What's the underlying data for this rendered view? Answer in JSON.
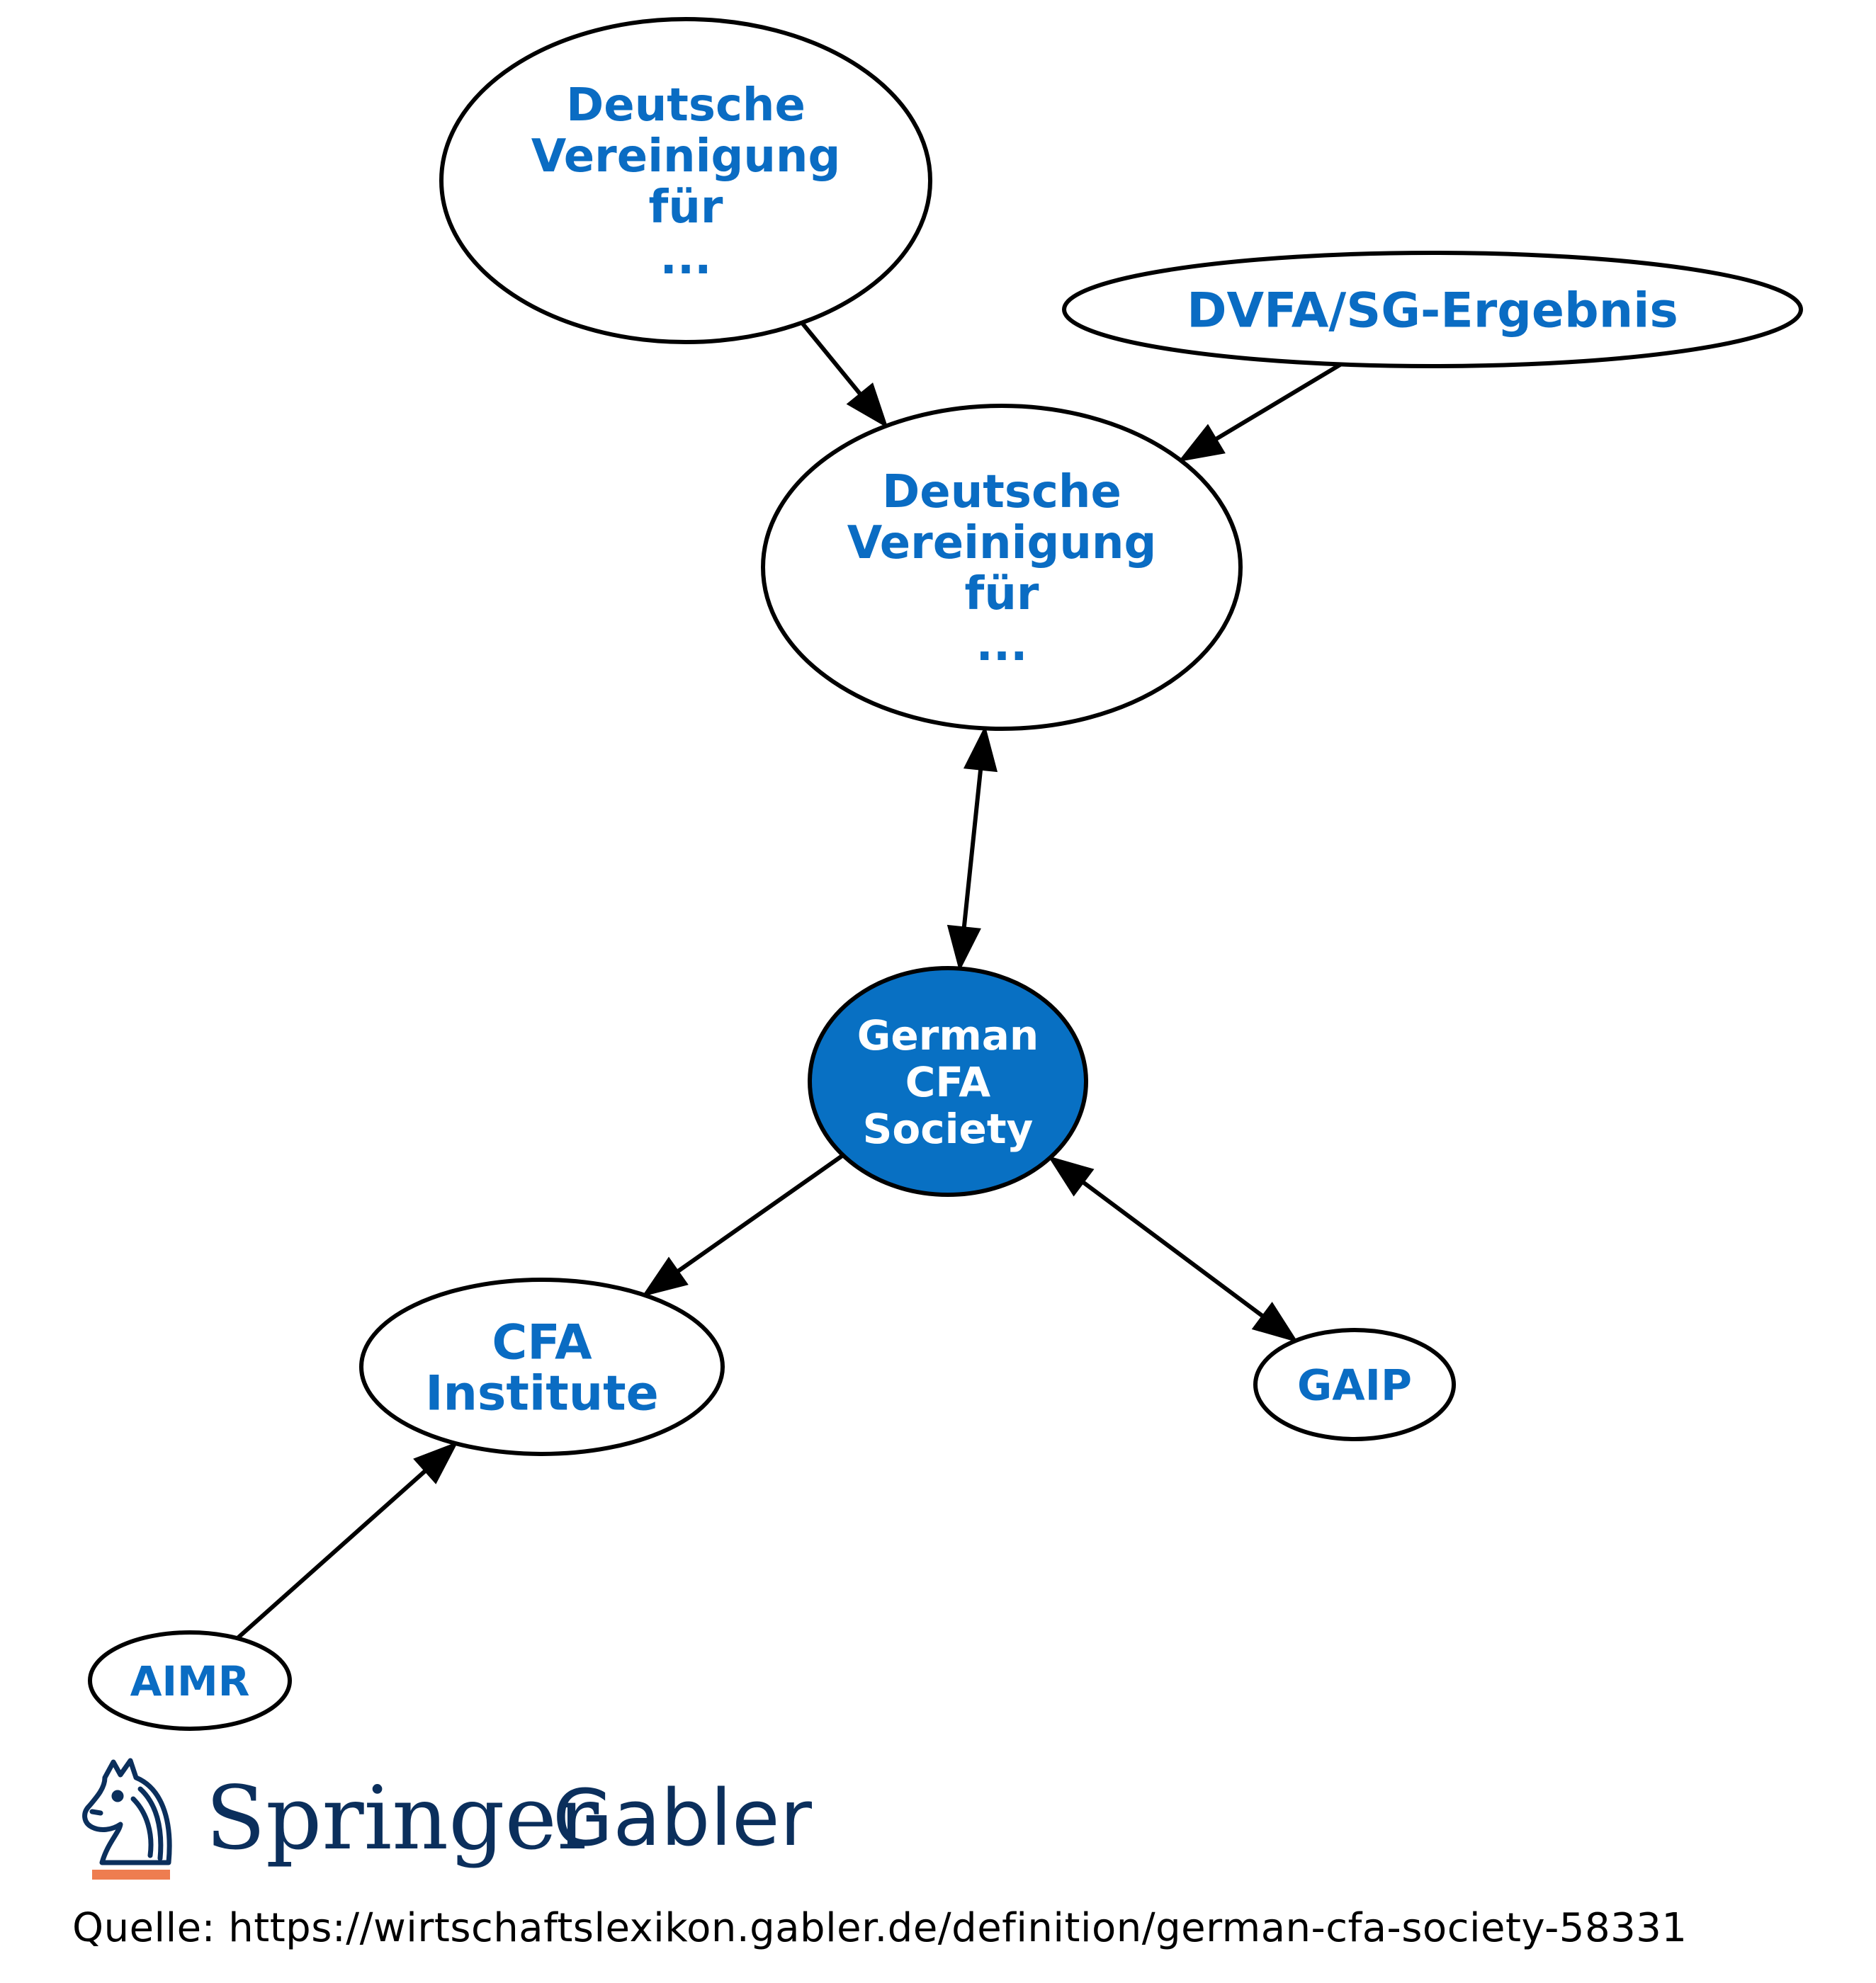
{
  "colors": {
    "node_text": "#0a6cc3",
    "node_fill": "#ffffff",
    "highlight_fill": "#0870c3",
    "highlight_text": "#ffffff",
    "edge": "#000000",
    "logo_navy": "#0b2f5c",
    "logo_orange": "#ee7d50"
  },
  "nodes": {
    "dvfa_top": {
      "lines": [
        "Deutsche",
        "Vereinigung",
        "für",
        "..."
      ]
    },
    "dvfa_sg": {
      "lines": [
        "DVFA/SG-Ergebnis"
      ]
    },
    "dvfa_mid": {
      "lines": [
        "Deutsche",
        "Vereinigung",
        "für",
        "..."
      ]
    },
    "german_cfa": {
      "lines": [
        "German",
        "CFA",
        "Society"
      ]
    },
    "cfa_institute": {
      "lines": [
        "CFA",
        "Institute"
      ]
    },
    "gaip": {
      "lines": [
        "GAIP"
      ]
    },
    "aimr": {
      "lines": [
        "AIMR"
      ]
    }
  },
  "edges": [
    {
      "from": "dvfa_top",
      "to": "dvfa_mid",
      "arrow": "to"
    },
    {
      "from": "dvfa_sg",
      "to": "dvfa_mid",
      "arrow": "to"
    },
    {
      "from": "dvfa_mid",
      "to": "german_cfa",
      "arrow": "both"
    },
    {
      "from": "german_cfa",
      "to": "cfa_institute",
      "arrow": "to"
    },
    {
      "from": "german_cfa",
      "to": "gaip",
      "arrow": "both"
    },
    {
      "from": "aimr",
      "to": "cfa_institute",
      "arrow": "to"
    }
  ],
  "logo": {
    "icon": "springer-horse-head-icon",
    "word1": "Springer",
    "word2": "Gabler"
  },
  "source": "Quelle: https://wirtschaftslexikon.gabler.de/definition/german-cfa-society-58331"
}
